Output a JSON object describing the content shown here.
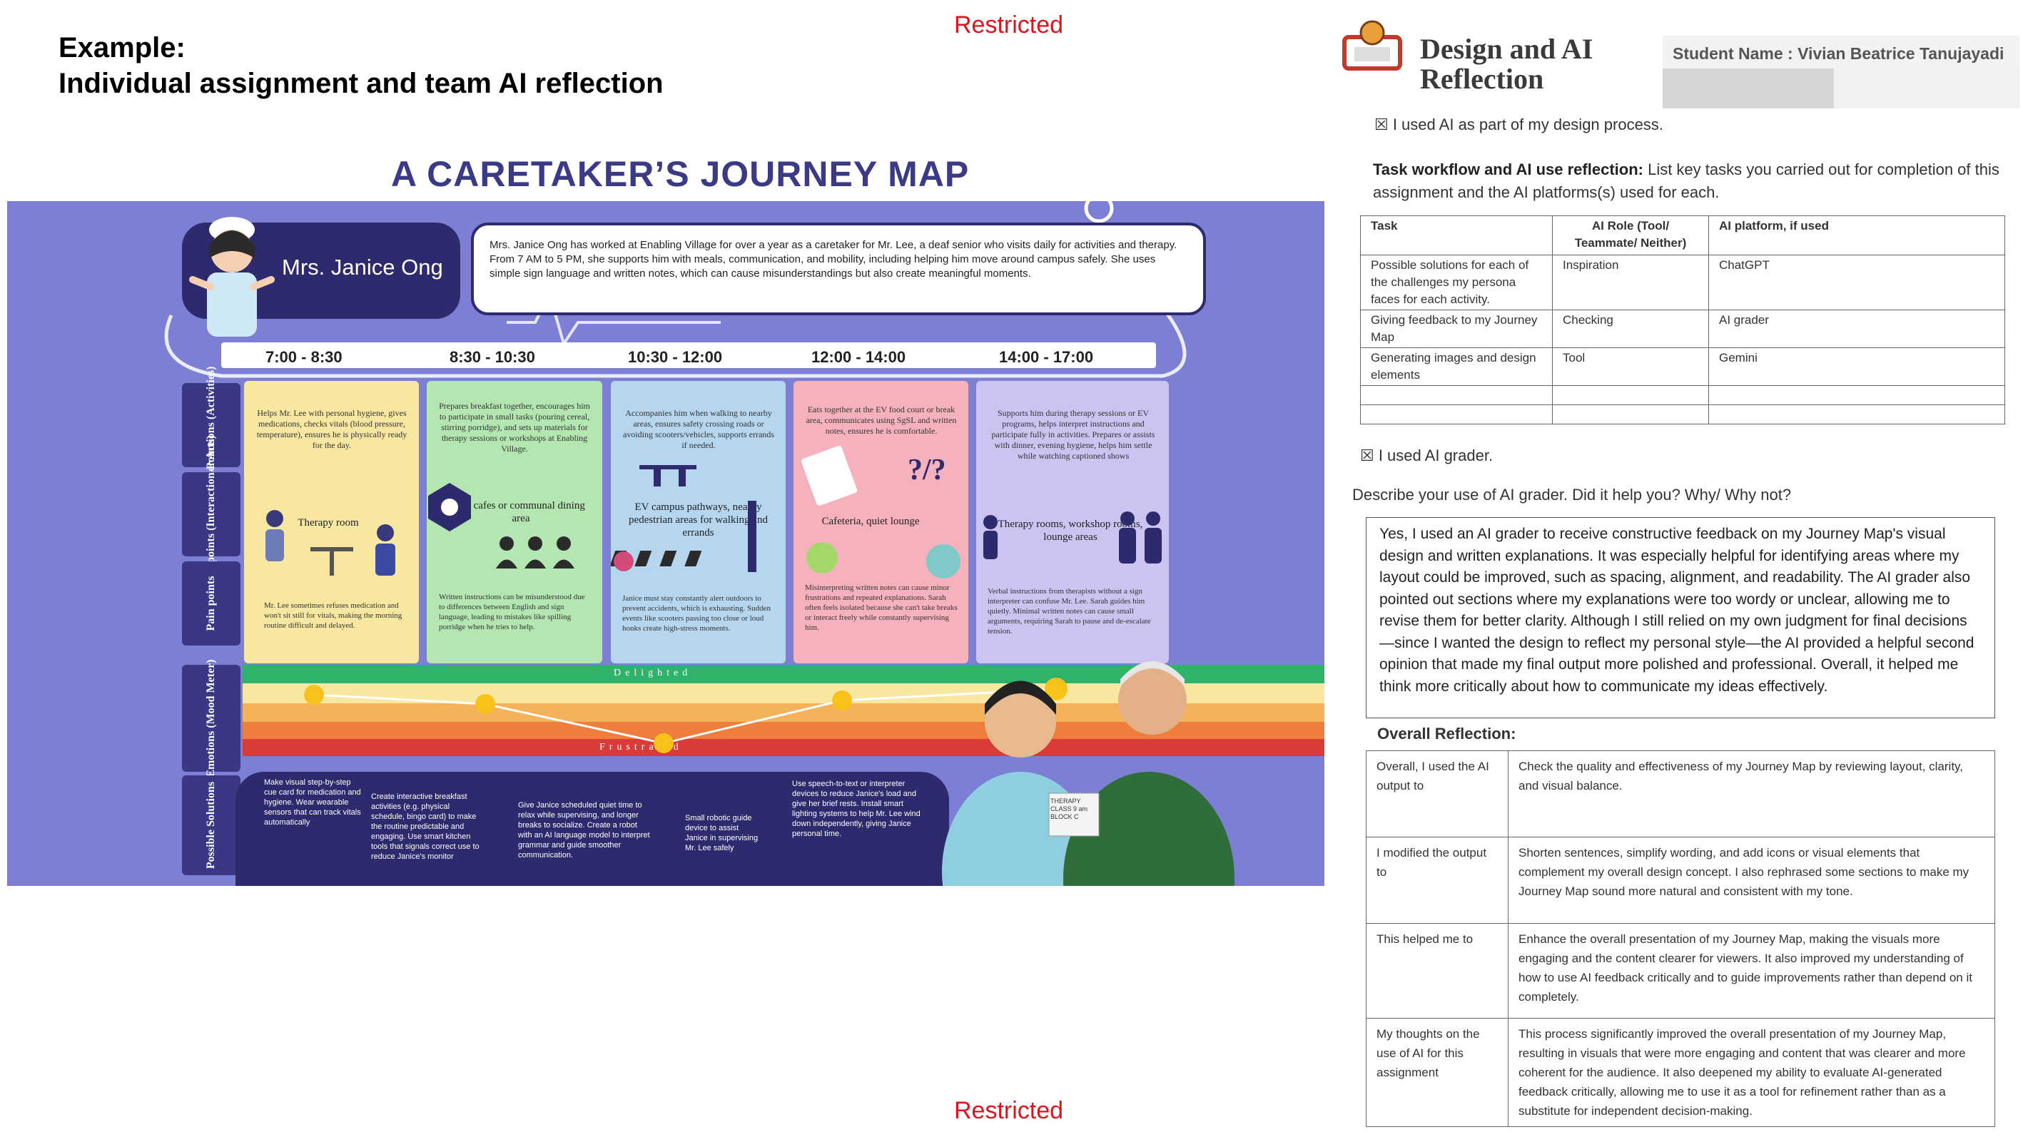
{
  "restricted": "Restricted",
  "example": {
    "line1": "Example:",
    "line2": "Individual assignment and team AI reflection"
  },
  "journey_map": {
    "title": "A CARETAKER’S JOURNEY MAP",
    "persona_name": "Mrs. Janice Ong",
    "description": "Mrs. Janice Ong has worked at Enabling Village for over a year as a caretaker for Mr. Lee, a deaf senior who visits daily for activities and therapy. From 7 AM to 5 PM, she supports him with meals, communication, and mobility, including helping him move around campus safely. She uses simple sign language and written notes, which can cause misunderstandings but also create meaningful moments.",
    "times": [
      "7:00 - 8:30",
      "8:30 - 10:30",
      "10:30 - 12:00",
      "12:00 - 14:00",
      "14:00 - 17:00"
    ],
    "row_labels": [
      "User Actions (Activities)",
      "Touchpoints (Interaction Points)",
      "Pain points",
      "Emotions (Mood Meter)",
      "Possible Solutions"
    ],
    "actions": [
      "Helps Mr. Lee with personal hygiene, gives medications, checks vitals (blood pressure, temperature), ensures he is physically ready for the day.",
      "Prepares breakfast together, encourages him to participate in small tasks (pouring cereal, stirring porridge), and sets up materials for therapy sessions or workshops at Enabling Village.",
      "Accompanies him when walking to nearby areas, ensures safety crossing roads or avoiding scooters/vehicles, supports errands if needed.",
      "Eats together at the EV food court or break area, communicates using SgSL and written notes, ensures he is comfortable.",
      "Supports him during therapy sessions or EV programs, helps interpret instructions and participate fully in activities. Prepares or assists with dinner, evening hygiene, helps him settle while watching captioned shows"
    ],
    "touchpoints": [
      "Therapy room",
      "EV cafes or communal dining area",
      "EV campus pathways, nearby pedestrian areas for walking and errands",
      "Cafeteria, quiet lounge",
      "Therapy rooms, workshop rooms, lounge areas"
    ],
    "pains": [
      "Mr. Lee sometimes refuses medication and won't sit still for vitals, making the morning routine difficult and delayed.",
      "Written instructions can be misunderstood due to differences between English and sign language, leading to mistakes like spilling porridge when he tries to help.",
      "Janice must stay constantly alert outdoors to prevent accidents, which is exhausting. Sudden events like scooters passing too close or loud honks create high-stress moments.",
      "Misinterpreting written notes can cause minor frustrations and repeated explanations. Sarah often feels isolated because she can't take breaks or interact freely while constantly supervising him.",
      "Verbal instructions from therapists without a sign interpreter can confuse Mr. Lee. Sarah guides him quietly. Minimal written notes can cause small arguments, requiring Sarah to pause and de-escalate tension."
    ],
    "mood_top": "Delighted",
    "mood_bottom": "Frustrated",
    "solutions": [
      "Make visual step-by-step cue card for medication and hygiene. Wear wearable sensors that can track vitals automatically",
      "Create interactive breakfast activities (e.g. physical schedule, bingo card) to make the routine predictable and engaging. Use smart kitchen tools that signals correct use to reduce Janice's monitor",
      "Give Janice scheduled quiet time to relax while supervising, and longer breaks to socialize. Create a robot with an AI language model to interpret grammar and guide smoother communication.",
      "Small robotic guide device to assist Janice in supervising Mr. Lee safely",
      "Use speech-to-text or interpreter devices to reduce Janice's load and give her brief rests. Install smart lighting systems to help Mr. Lee wind down independently, giving Janice personal time."
    ],
    "badge": "THERAPY CLASS 9 am BLOCK C"
  },
  "reflection": {
    "title_line1": "Design and AI",
    "title_line2": "Reflection",
    "student_name": "Student Name : Vivian Beatrice Tanujayadi",
    "check1": "☒ I used AI as part of my design process.",
    "workflow_bold": "Task workflow and AI use reflection:",
    "workflow_rest": " List key tasks you carried out for completion of this assignment and the AI platforms(s) used for each.",
    "task_headers": [
      "Task",
      "AI Role (Tool/ Teammate/ Neither)",
      "AI platform, if used"
    ],
    "tasks": [
      [
        "Possible solutions for each of the challenges my persona faces for each activity.",
        "Inspiration",
        "ChatGPT"
      ],
      [
        "Giving feedback to my Journey Map",
        "Checking",
        "AI grader"
      ],
      [
        "Generating images and design elements",
        "Tool",
        "Gemini"
      ],
      [
        "",
        "",
        ""
      ],
      [
        "",
        "",
        ""
      ]
    ],
    "check2": "☒ I used AI grader.",
    "grader_question": "Describe your use of AI grader. Did it help you? Why/ Why not?",
    "grader_answer": "Yes, I used an AI grader to receive constructive feedback on my Journey Map's visual design and written explanations. It was especially helpful for identifying areas where my layout could be improved, such as spacing, alignment, and readability. The AI grader also pointed out sections where my explanations were too wordy or unclear, allowing me to revise them for better clarity. Although I still relied on my own judgment for final decisions—since I wanted the design to reflect my personal style—the AI provided a helpful second opinion that made my final output more polished and professional. Overall, it helped me think more critically about how to communicate my ideas effectively.",
    "overall_heading": "Overall Reflection:",
    "overall_rows": [
      [
        "Overall, I used the AI output to",
        "Check the quality and effectiveness of my Journey Map by reviewing layout, clarity, and visual balance."
      ],
      [
        "I modified the output to",
        "Shorten sentences, simplify wording, and add icons or visual elements that complement my overall design concept. I also rephrased some sections to make my Journey Map sound more natural and consistent with my tone."
      ],
      [
        "This helped me to",
        "Enhance the overall presentation of my Journey Map, making the visuals more engaging and the content clearer for viewers. It also improved my understanding of how to use AI feedback critically and to guide improvements rather than depend on it completely."
      ],
      [
        "My thoughts on the use of AI for this assignment",
        "This process significantly improved the overall presentation of my Journey Map, resulting in visuals that were more engaging and content that was clearer and more coherent for the audience. It also deepened my ability to evaluate AI-generated feedback critically, allowing me to use it as a tool for refinement rather than as a substitute for independent decision-making."
      ]
    ]
  },
  "colors": {
    "map_bg": "#7c7fd3",
    "navy": "#2d2a6e",
    "col_yellow": "#f7e7a1",
    "col_green": "#b4e6b2",
    "col_blue": "#b6d6ef",
    "col_pink": "#f5b2bd",
    "col_lavender": "#cbc3f0",
    "restricted_red": "#e0121b"
  }
}
